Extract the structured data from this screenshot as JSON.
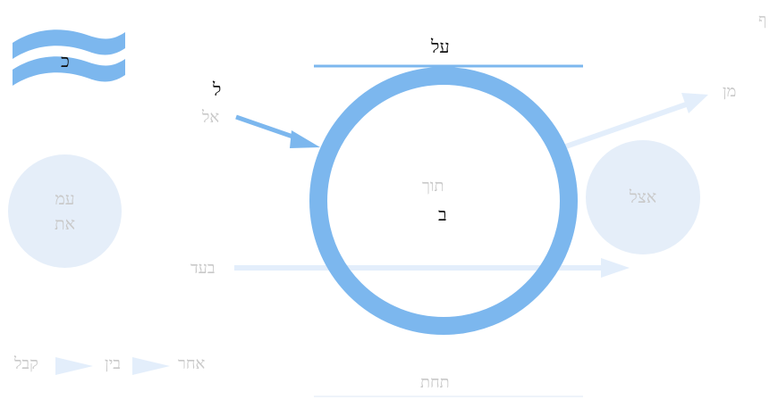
{
  "colors": {
    "main_blue": "#7cb7ee",
    "pale_blue": "#e3eefb",
    "bubble_fill": "#e5eef9",
    "faint_text": "#c9c9c9",
    "dark_text": "#111111"
  },
  "icons": {
    "corner": "letter-icon",
    "wave": "water-wave-icon"
  },
  "corner_glyph": "ף",
  "wave_letter": "כ",
  "top_line_label": "על",
  "bottom_line_label": "תחת",
  "circle": {
    "top_word": "תוך",
    "letter": "ב"
  },
  "arrow_in": {
    "letter": "ל",
    "word": "אל"
  },
  "arrow_out": {
    "word": "מן"
  },
  "bubble_left": {
    "line1": "עמ",
    "line2": "את"
  },
  "bubble_right": {
    "word": "אצל"
  },
  "through_arrow": {
    "word": "בעד"
  },
  "sequence": [
    "אחר",
    "בין",
    "קבל"
  ]
}
